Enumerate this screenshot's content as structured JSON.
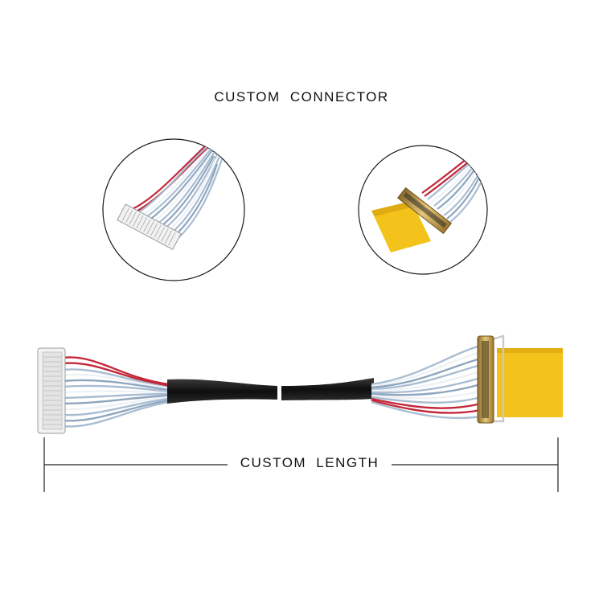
{
  "heading": "CUSTOM CONNECTOR",
  "length_label": "CUSTOM LENGTH",
  "colors": {
    "background": "#ffffff",
    "cable_jacket": "#151515",
    "wire_blue": "#a9bdd2",
    "wire_white": "#eef2f6",
    "wire_red": "#c2283a",
    "fpc_yellow": "#f3c21b",
    "connector_gold": "#c8a04a",
    "connector_white": "#f2f2f2"
  },
  "image": {
    "subject": "LVDS ribbon cable assembly with two connectors",
    "left_connector": "white multi-pin housing",
    "right_connector": "gold micro connector with yellow FPC tab"
  }
}
